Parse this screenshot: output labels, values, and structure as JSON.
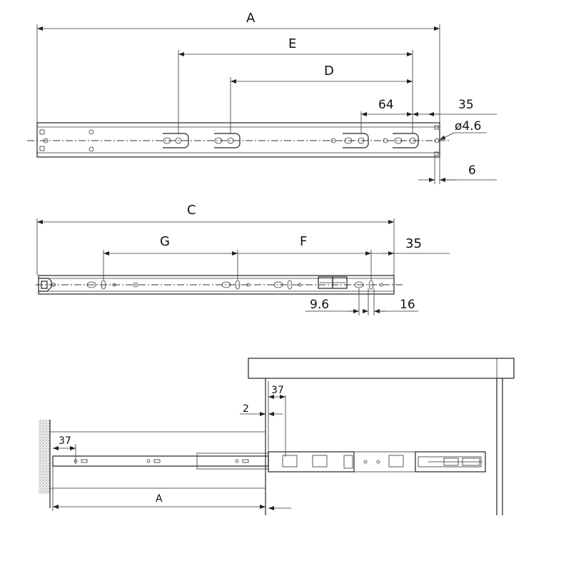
{
  "top_view": {
    "dim_A": "A",
    "dim_E": "E",
    "dim_D": "D",
    "dim_64": "64",
    "dim_35": "35",
    "dim_hole": "ø4.6",
    "dim_6": "6"
  },
  "middle_view": {
    "dim_C": "C",
    "dim_G": "G",
    "dim_F": "F",
    "dim_35": "35",
    "dim_9_6": "9.6",
    "dim_16": "16"
  },
  "install_view": {
    "dim_37_top": "37",
    "dim_2": "2",
    "dim_37_left": "37",
    "dim_A": "A"
  }
}
